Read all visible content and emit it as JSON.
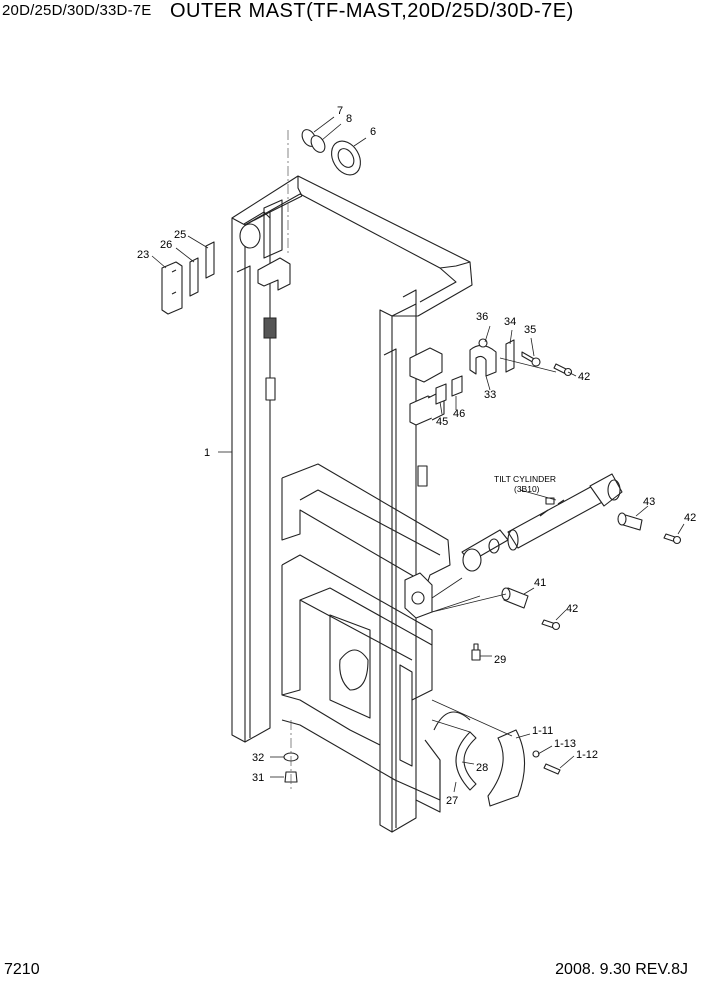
{
  "header": {
    "model": "20D/25D/30D/33D-7E",
    "title": "OUTER MAST(TF-MAST,20D/25D/30D-7E)"
  },
  "footer": {
    "page": "7210",
    "date_rev": "2008. 9.30  REV.8J"
  },
  "callouts": {
    "c1": "1",
    "c6": "6",
    "c7": "7",
    "c8": "8",
    "c23": "23",
    "c25": "25",
    "c26": "26",
    "c27": "27",
    "c28": "28",
    "c29": "29",
    "c31": "31",
    "c32": "32",
    "c33": "33",
    "c34": "34",
    "c35": "35",
    "c36": "36",
    "c41": "41",
    "c42a": "42",
    "c42b": "42",
    "c42c": "42",
    "c43": "43",
    "c45": "45",
    "c46": "46",
    "c111": "1-11",
    "c112": "1-12",
    "c113": "1-13"
  },
  "notes": {
    "tilt_cylinder": "TILT CYLINDER",
    "tilt_ref": "(3B10)"
  },
  "colors": {
    "line": "#222222",
    "background": "#ffffff"
  }
}
